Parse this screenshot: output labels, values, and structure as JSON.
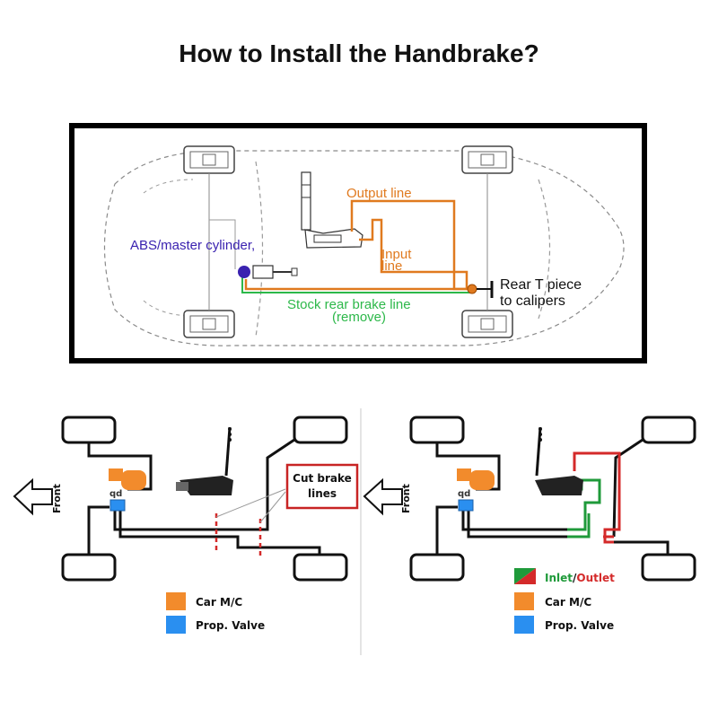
{
  "title": "How to Install the Handbrake?",
  "top_diagram": {
    "labels": {
      "abs": "ABS/master cylinder,",
      "output": "Output line",
      "input_line1": "Input",
      "input_line2": "line",
      "rear_t_line1": "Rear T piece",
      "rear_t_line2": "to calipers",
      "stock_line1": "Stock rear brake line",
      "stock_line2": "(remove)"
    }
  },
  "bottom_left": {
    "front": "Front",
    "cut_line1": "Cut brake",
    "cut_line2": "lines",
    "legend": [
      {
        "label": "Car M/C",
        "color": "#f28b2c"
      },
      {
        "label": "Prop. Valve",
        "color": "#2a8ff0"
      }
    ]
  },
  "bottom_right": {
    "front": "Front",
    "legend_inlet": "Inlet",
    "legend_slash": "/",
    "legend_outlet": "Outlet",
    "legend": [
      {
        "label": "Car M/C",
        "color": "#f28b2c"
      },
      {
        "label": "Prop. Valve",
        "color": "#2a8ff0"
      }
    ]
  },
  "colors": {
    "output": "#e07a1f",
    "stock": "#2db84a",
    "abs": "#3a22b0",
    "inlet": "#1f9a3a",
    "outlet": "#d42a2a"
  }
}
